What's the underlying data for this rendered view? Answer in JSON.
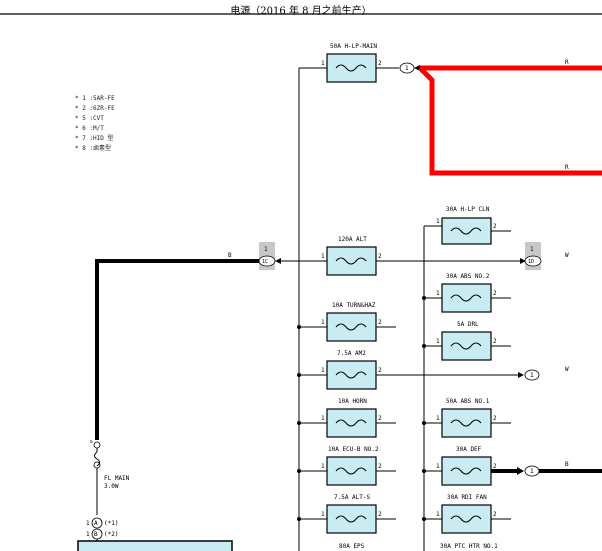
{
  "title": "电源（2016 年 8 月之前生产）",
  "notes": [
    "* 1 :5AR-FE",
    "* 2 :6ZR-FE",
    "* 5 :CVT",
    "* 6 :M/T",
    "* 7 :HID 型",
    "* 8 :卤素型"
  ],
  "fuses_left": [
    {
      "label": "50A H-LP-MAIN"
    },
    {
      "label": "120A ALT"
    },
    {
      "label": "10A TURN&HAZ"
    },
    {
      "label": "7.5A AM2"
    },
    {
      "label": "10A HORN"
    },
    {
      "label": "10A ECU-B NO.2"
    },
    {
      "label": "7.5A ALT-S"
    },
    {
      "label": "80A EPS"
    }
  ],
  "fuses_right": [
    {
      "label": "30A H-LP CLN"
    },
    {
      "label": "30A ABS NO.2"
    },
    {
      "label": "5A DRL"
    },
    {
      "label": "50A ABS NO.1"
    },
    {
      "label": "30A DEF"
    },
    {
      "label": "30A RDI FAN"
    },
    {
      "label": "30A PTC HTR NO.1"
    }
  ],
  "pin1": "1",
  "pin2": "2",
  "wire_colors": {
    "R1": "R",
    "R2": "R",
    "W1": "W",
    "W2": "W",
    "B_left": "B",
    "B_right": "B"
  },
  "connectors": {
    "1C": "1C",
    "1D": "1D",
    "1C_pin": "1",
    "1D_pin": "1",
    "conn_blank": "1"
  },
  "fusible_link": {
    "label1": "FL MAIN",
    "label2": "3.0W"
  },
  "battery_conn": {
    "pinA": "1",
    "A": "A",
    "noteA": "(*1)",
    "pinB": "1",
    "B": "B",
    "noteB": "(*2)"
  },
  "colors": {
    "red_wire": "#ff0000",
    "fuse_fill": "#c9ecf3",
    "conn_fill": "#c8c8c8"
  }
}
